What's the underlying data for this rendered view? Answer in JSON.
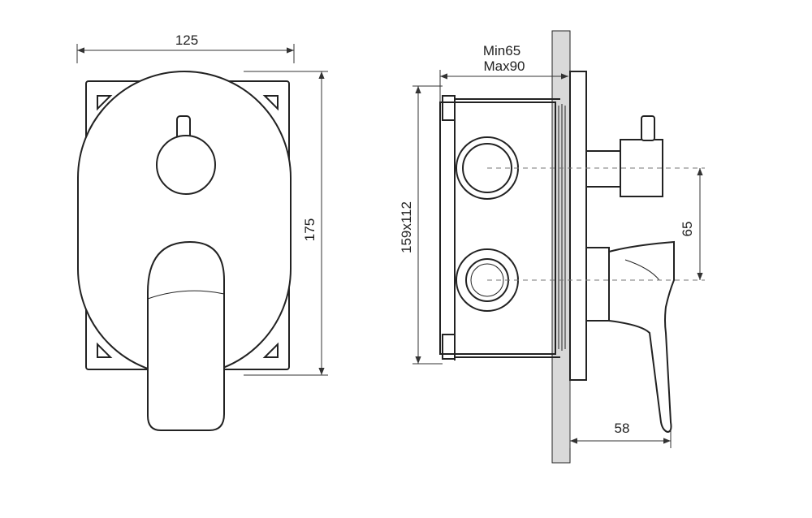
{
  "dimensions": {
    "width_125": "125",
    "height_175": "175",
    "depth_min": "Min65",
    "depth_max": "Max90",
    "box_size": "159x112",
    "spacing_65": "65",
    "projection_58": "58"
  },
  "colors": {
    "line": "#222222",
    "wall": "#d9d9d9",
    "dimension": "#333333",
    "centerline": "#777777"
  }
}
